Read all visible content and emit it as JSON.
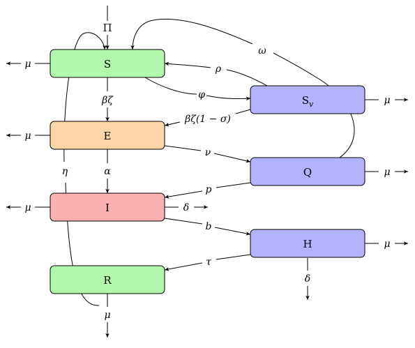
{
  "compartments": {
    "S": {
      "label": "S",
      "fill": "#b3f7ad"
    },
    "E": {
      "label": "E",
      "fill": "#fed5a9"
    },
    "I": {
      "label": "I",
      "fill": "#fdb0b2"
    },
    "R": {
      "label": "R",
      "fill": "#b3f7ad"
    },
    "Sv": {
      "label": "S",
      "subscript": "v",
      "fill": "#b2b3fc"
    },
    "Q": {
      "label": "Q",
      "fill": "#b2b3fc"
    },
    "H": {
      "label": "H",
      "fill": "#b2b3fc"
    }
  },
  "rates": {
    "Pi": "Π",
    "mu": "μ",
    "omega": "ω",
    "rho": "ρ",
    "phi": "φ",
    "beta_zeta": "βζ",
    "beta_zeta_sigma": "βζ(1 − σ)",
    "nu": "ν",
    "eta": "η",
    "alpha": "α",
    "p": "p",
    "delta": "δ",
    "b": "b",
    "tau": "τ"
  }
}
